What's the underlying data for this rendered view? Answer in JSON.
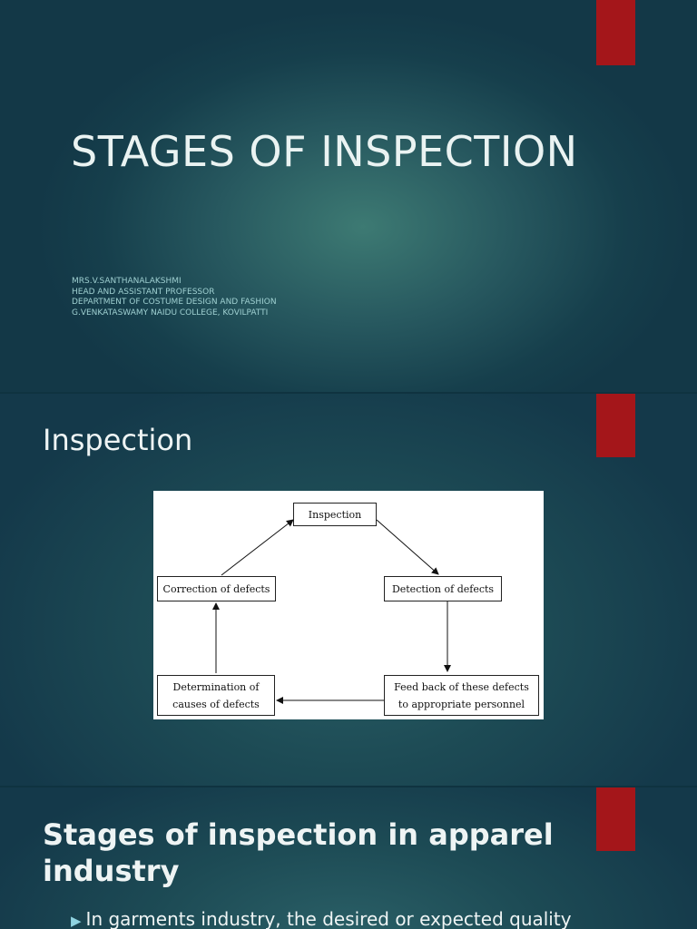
{
  "slide1": {
    "title": "STAGES OF INSPECTION",
    "author_lines": [
      "MRS.V.SANTHANALAKSHMI",
      "HEAD AND ASSISTANT PROFESSOR",
      "DEPARTMENT OF COSTUME DESIGN AND FASHION",
      "G.VENKATASWAMY NAIDU COLLEGE, KOVILPATTI"
    ]
  },
  "slide2": {
    "title": "Inspection",
    "diagram": {
      "inspection": "Inspection",
      "detection": "Detection of defects",
      "feedback_line1": "Feed back of these defects",
      "feedback_line2": "to appropriate personnel",
      "determination_line1": "Determination of",
      "determination_line2": "causes of defects",
      "correction": "Correction of defects"
    }
  },
  "slide3": {
    "title": "Stages of inspection in apparel industry",
    "bullet_icon": "triangle-bullet-icon",
    "bullet": "In garments industry, the desired or expected quality"
  },
  "colors": {
    "accent": "#a4161a",
    "title_text": "#eaf3f2",
    "author_text": "#9fd0d1"
  }
}
